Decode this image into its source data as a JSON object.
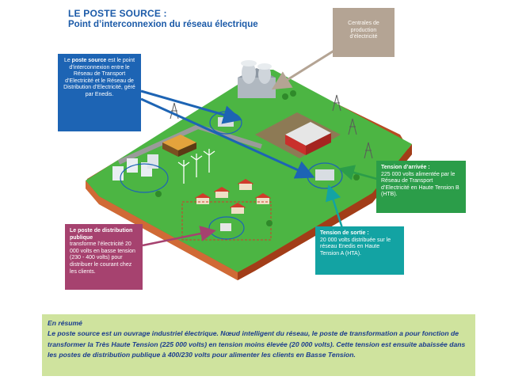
{
  "title": {
    "line1": "LE POSTE SOURCE :",
    "line2": "Point d’interconnexion du réseau électrique"
  },
  "callouts": {
    "poste_source": {
      "pre": "Le ",
      "bold": "poste source",
      "rest": " est le point d’interconnexion entre le Réseau de Transport d’Electricité et le Réseau de Distribution d’Electricité, géré par Enedis."
    },
    "centrales": {
      "text": "Centrales de production d’électricité"
    },
    "arrivee": {
      "title": "Tension d’arrivée :",
      "text": "225 000 volts alimentée par le Réseau de Transport d’Electricité en Haute Tension B (HTB)."
    },
    "sortie": {
      "title": "Tension de sortie :",
      "text": "20 000 volts distribuée sur le réseau Enedis en Haute Tension A (HTA)."
    },
    "distribution": {
      "title": "Le poste de distribution publique",
      "text": "transforme l’électricité 20 000 volts en basse tension (230 - 400 volts) pour distribuer le courant chez les clients."
    }
  },
  "summary": {
    "title": "En résumé",
    "text": "Le poste source est un ouvrage industriel électrique. Nœud intelligent du réseau, le poste de transformation a pour fonction de transformer la Très Haute Tension (225 000 volts) en tension moins élevée (20 000 volts). Cette tension est ensuite abaissée dans les postes de distribution publique à 400/230 volts pour alimenter les clients en Basse Tension."
  },
  "colors": {
    "title": "#1b5aa8",
    "poste_box": "#1d64b4",
    "distribution_box": "#a6426f",
    "arrivee_box": "#2b9d49",
    "sortie_box": "#13a3a3",
    "centrales_box": "#b4a494",
    "summary_bg": "#cfe39e",
    "ground_green": "#4cb543",
    "ground_side": "#c2562a"
  }
}
